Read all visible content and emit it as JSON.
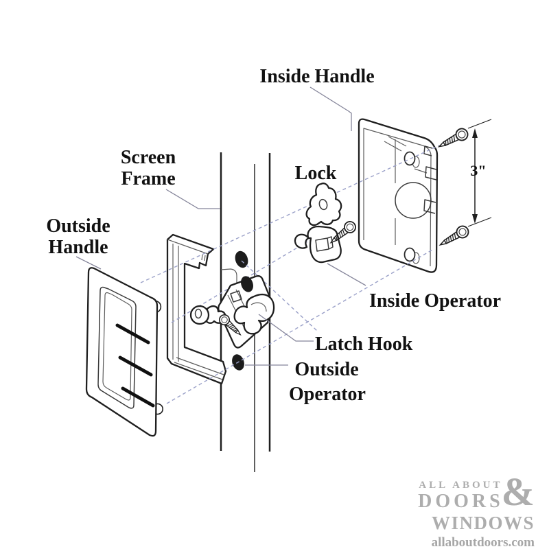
{
  "diagram": {
    "labels": {
      "inside_handle": "Inside Handle",
      "screen": "Screen",
      "frame": "Frame",
      "lock": "Lock",
      "outside": "Outside",
      "handle": "Handle",
      "inside_operator": "Inside Operator",
      "latch_hook": "Latch Hook",
      "outside_operator_1": "Outside",
      "outside_operator_2": "Operator"
    },
    "dimension": {
      "value": "3\""
    },
    "parts": [
      {
        "id": "inside-handle",
        "label": "Inside Handle"
      },
      {
        "id": "screen-frame",
        "label": "Screen Frame"
      },
      {
        "id": "lock",
        "label": "Lock"
      },
      {
        "id": "outside-handle",
        "label": "Outside Handle"
      },
      {
        "id": "inside-operator",
        "label": "Inside Operator"
      },
      {
        "id": "latch-hook",
        "label": "Latch Hook"
      },
      {
        "id": "outside-operator",
        "label": "Outside Operator"
      }
    ],
    "colors": {
      "line": "#1f1f1f",
      "detail_line": "#5c5c5c",
      "dashed_guide": "#9aa0c8",
      "label_text": "#111111",
      "watermark": "#adadad",
      "background": "#ffffff"
    }
  },
  "watermark": {
    "line1": "ALL ABOUT",
    "line2": "DOORS",
    "ampersand": "&",
    "line3": "WINDOWS",
    "url": "allaboutdoors.com"
  }
}
